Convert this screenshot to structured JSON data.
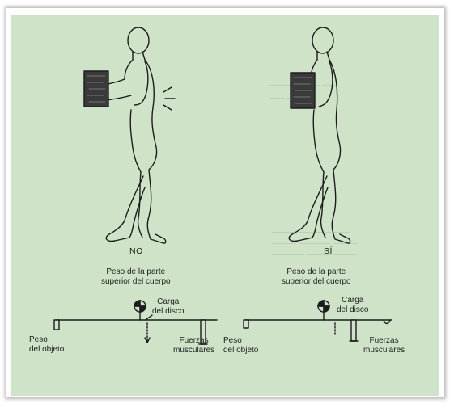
{
  "colors": {
    "paper": "#cfe3c9",
    "ink": "#1c1c1c",
    "box_fill": "#3a3a3a",
    "bleed_through": "#9db59a"
  },
  "icons": [
    "human-figure",
    "carried-box",
    "back-pain-mark",
    "spine-disc-icon",
    "balance-beam"
  ],
  "left": {
    "verdict": "NO",
    "upper_weight": "Peso de la parte\nsuperior del cuerpo",
    "disc_load": "Carga\ndel disco",
    "object_weight": "Peso\ndel objeto",
    "muscle_forces": "Fuerzas\nmusculares"
  },
  "right": {
    "verdict": "SÍ",
    "upper_weight": "Peso de la parte\nsuperior del cuerpo",
    "disc_load": "Carga\ndel disco",
    "object_weight": "Peso\ndel objeto",
    "muscle_forces": "Fuerzas\nmusculares"
  }
}
